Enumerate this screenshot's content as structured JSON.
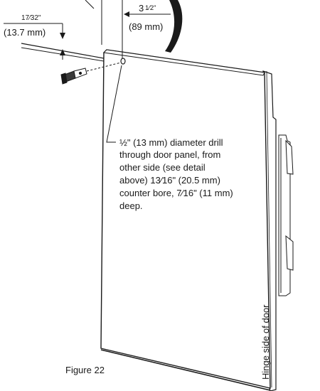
{
  "dimensions": {
    "left_fraction": "17⁄32\"",
    "left_metric": "(13.7 mm)",
    "right_whole": "3",
    "right_fraction": "1⁄2\"",
    "right_metric": "(89 mm)"
  },
  "callout": {
    "lines": [
      "½\" (13 mm) diameter drill",
      "through door panel, from",
      "other side (see detail",
      "above) 13⁄16\" (20.5 mm)",
      "counter bore, 7⁄16\" (11 mm)",
      "deep."
    ]
  },
  "hinge_label": "Hinge side of door",
  "figure_label": "Figure 22",
  "colors": {
    "stroke": "#1a1a1a",
    "panel_fill": "#ffffff",
    "shade": "#d9d9d9"
  }
}
